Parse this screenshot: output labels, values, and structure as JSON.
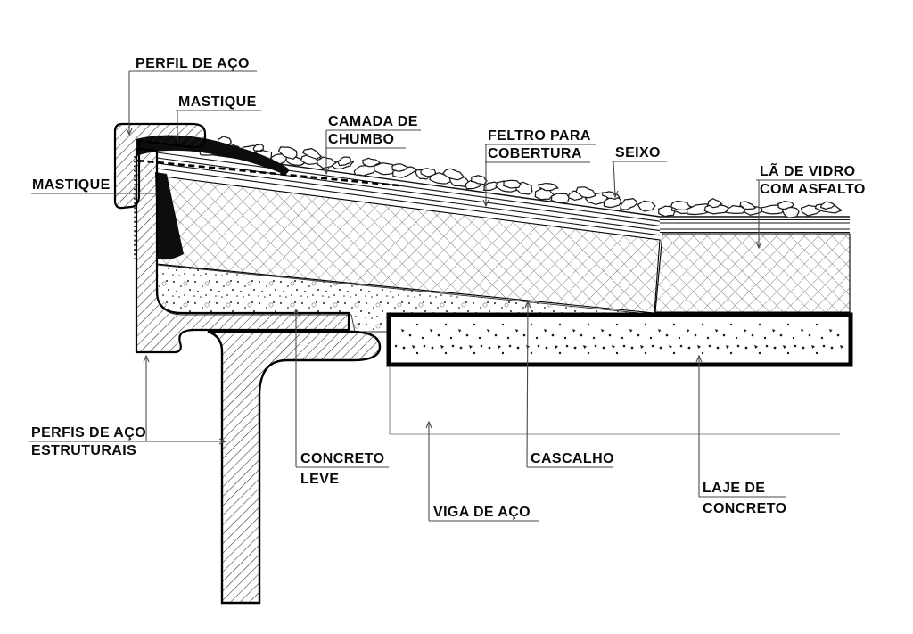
{
  "drawing": {
    "background": "#ffffff",
    "ink": "#000000",
    "leader_color": "#4a4a4a"
  },
  "labels": {
    "perfil_de_aco": "PERFIL DE AÇO",
    "mastique_top": "MASTIQUE",
    "camada_de_chumbo_1": "CAMADA DE",
    "camada_de_chumbo_2": "CHUMBO",
    "feltro_1": "FELTRO PARA",
    "feltro_2": "COBERTURA",
    "seixo": "SEIXO",
    "la_de_vidro_1": "LÃ DE VIDRO",
    "la_de_vidro_2": "COM ASFALTO",
    "mastique_left": "MASTIQUE",
    "perfis_1": "PERFIS DE AÇO",
    "perfis_2": "ESTRUTURAIS",
    "concreto_leve_1": "CONCRETO",
    "concreto_leve_2": "LEVE",
    "viga_de_aco": "VIGA DE AÇO",
    "cascalho": "CASCALHO",
    "laje_1": "LAJE DE",
    "laje_2": "CONCRETO"
  }
}
